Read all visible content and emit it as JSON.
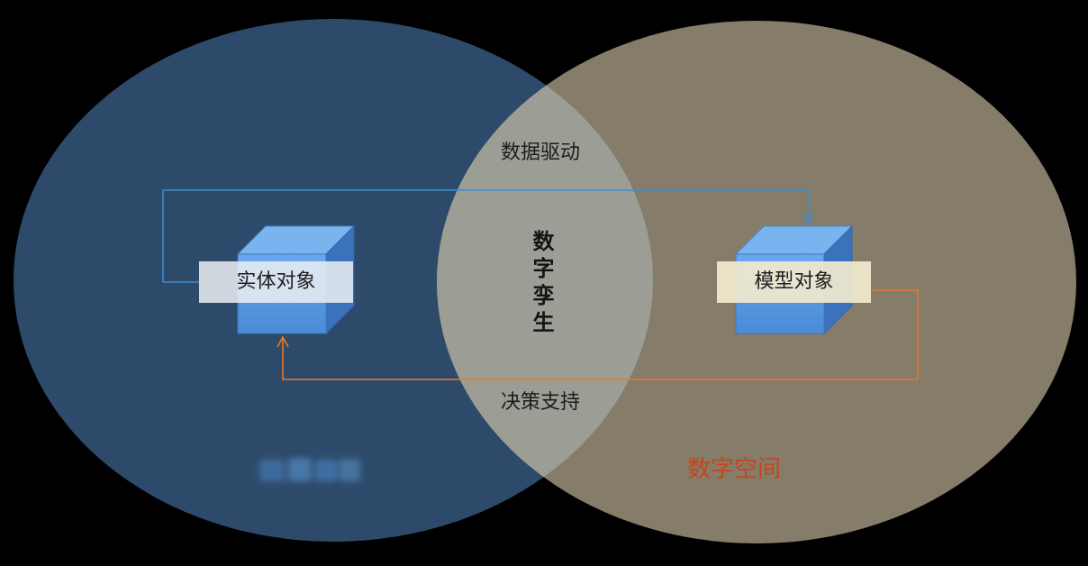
{
  "diagram": {
    "top_flow_label": "数据驱动",
    "center_label": "数字孪生",
    "bottom_flow_label": "决策支持",
    "left_object_label": "实体对象",
    "right_object_label": "模型对象",
    "right_space_label": "数字空间"
  },
  "colors": {
    "background": "#000000",
    "left_ellipse": "#2e4a6a",
    "right_ellipse": "#857c69",
    "overlap": "#9c9e96",
    "data_flow_line": "#3d8bd0",
    "decision_flow_line": "#e8782a",
    "cube_front": "#5a9be0",
    "cube_top": "#79b4ee",
    "cube_side": "#3a72bb",
    "space_label": "#c4471c"
  },
  "icons": {
    "left_object": "cube-icon",
    "right_object": "cube-icon"
  }
}
